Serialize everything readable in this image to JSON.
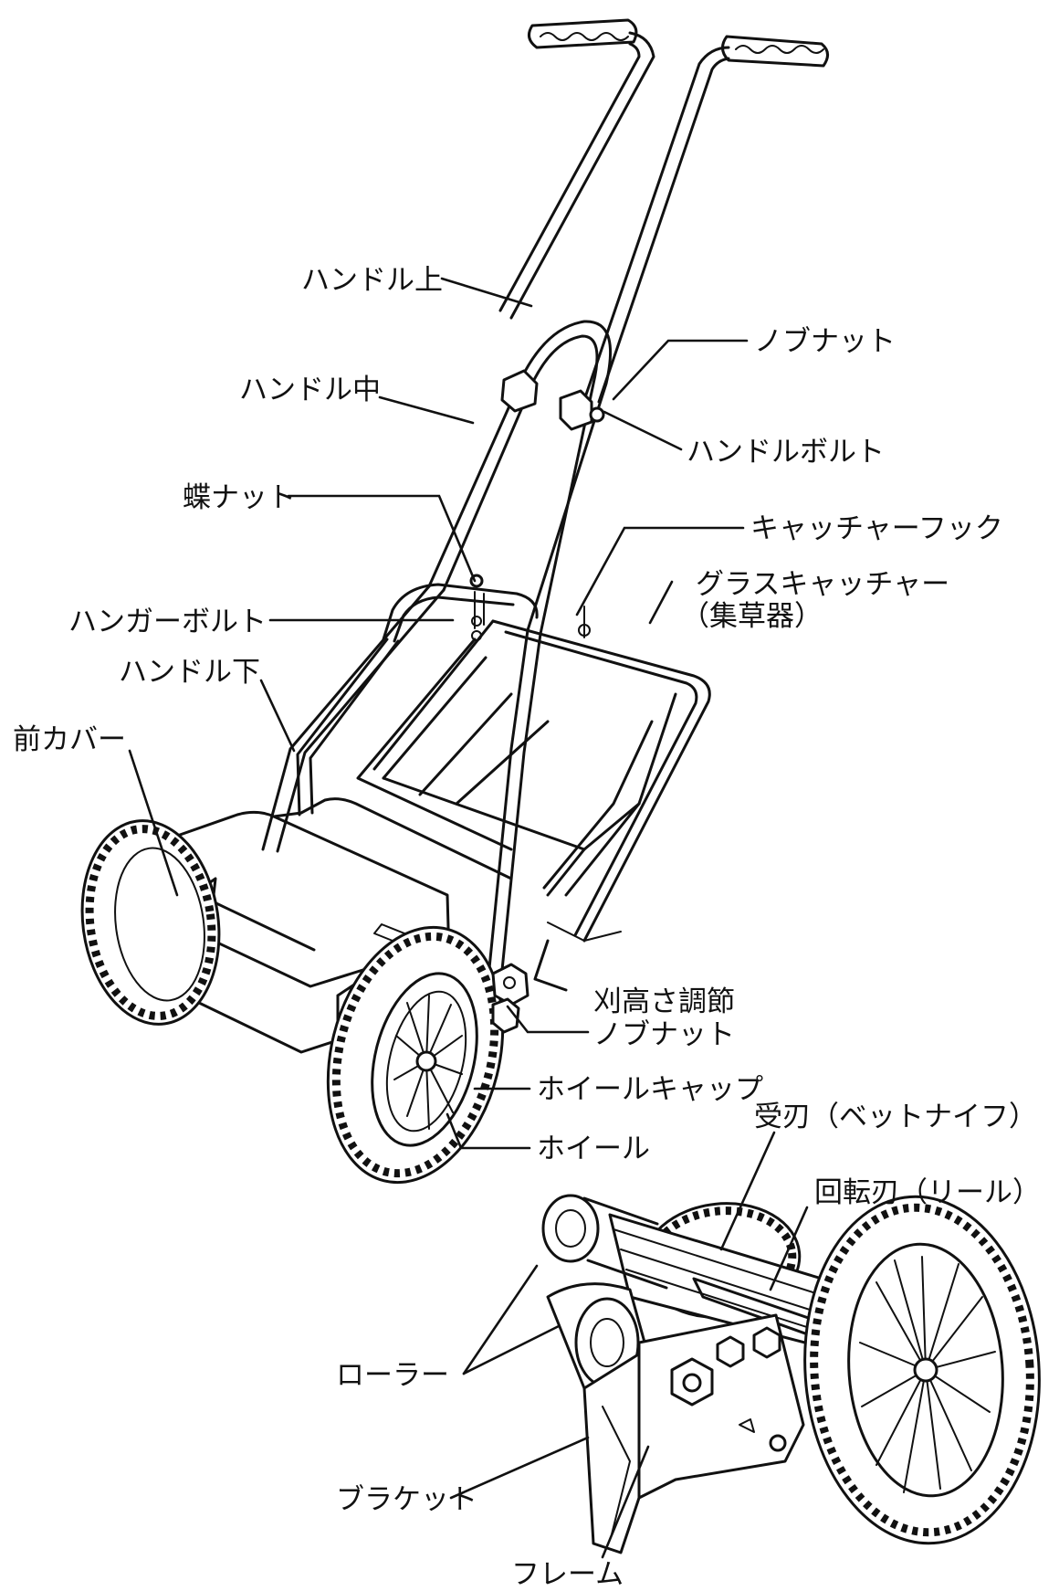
{
  "labels": {
    "handle_upper": "ハンドル上",
    "knob_nut": "ノブナット",
    "handle_middle": "ハンドル中",
    "handle_bolt": "ハンドルボルト",
    "wing_nut": "蝶ナット",
    "catcher_hook": "キャッチャーフック",
    "grass_catcher_line1": "グラスキャッチャー",
    "grass_catcher_line2": "（集草器）",
    "hanger_bolt": "ハンガーボルト",
    "handle_lower": "ハンドル下",
    "front_cover": "前カバー",
    "height_knob_line1": "刈高さ調節",
    "height_knob_line2": "ノブナット",
    "wheel_cap": "ホイールキャップ",
    "wheel": "ホイール",
    "bed_knife": "受刃（ベットナイフ）",
    "reel_blade": "回転刃（リール）",
    "roller": "ローラー",
    "bracket": "ブラケット",
    "frame": "フレーム"
  }
}
